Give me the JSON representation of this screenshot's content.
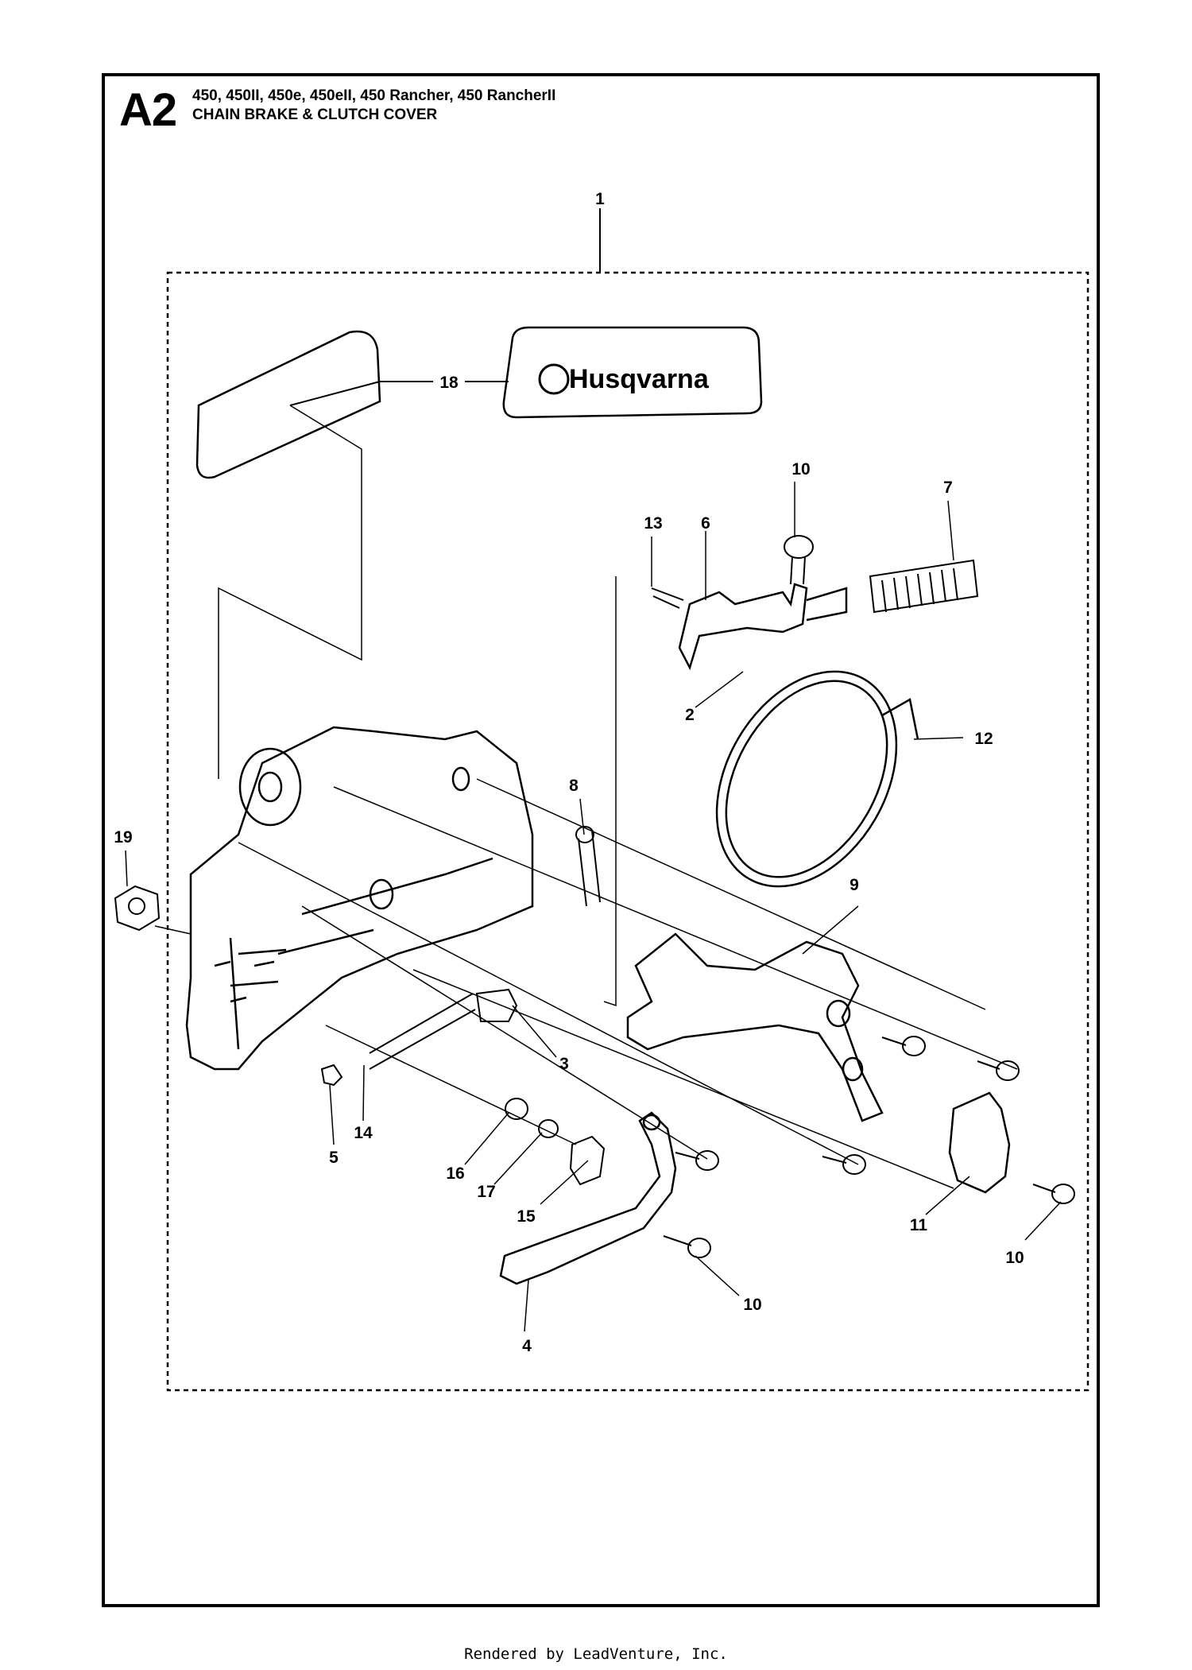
{
  "header": {
    "section_code": "A2",
    "models": "450, 450II, 450e, 450eII, 450 Rancher, 450 RancherII",
    "subtitle": "CHAIN BRAKE & CLUTCH COVER"
  },
  "decal": {
    "brand": "Husqvarna"
  },
  "callouts": [
    {
      "id": "c1",
      "label": "1"
    },
    {
      "id": "c18",
      "label": "18"
    },
    {
      "id": "c10a",
      "label": "10"
    },
    {
      "id": "c7",
      "label": "7"
    },
    {
      "id": "c13",
      "label": "13"
    },
    {
      "id": "c6",
      "label": "6"
    },
    {
      "id": "c2",
      "label": "2"
    },
    {
      "id": "c12",
      "label": "12"
    },
    {
      "id": "c8",
      "label": "8"
    },
    {
      "id": "c19",
      "label": "19"
    },
    {
      "id": "c9",
      "label": "9"
    },
    {
      "id": "c3",
      "label": "3"
    },
    {
      "id": "c5",
      "label": "5"
    },
    {
      "id": "c14",
      "label": "14"
    },
    {
      "id": "c16",
      "label": "16"
    },
    {
      "id": "c17",
      "label": "17"
    },
    {
      "id": "c15",
      "label": "15"
    },
    {
      "id": "c11",
      "label": "11"
    },
    {
      "id": "c10b",
      "label": "10"
    },
    {
      "id": "c10c",
      "label": "10"
    },
    {
      "id": "c4",
      "label": "4"
    }
  ],
  "footer": "Rendered by LeadVenture, Inc."
}
